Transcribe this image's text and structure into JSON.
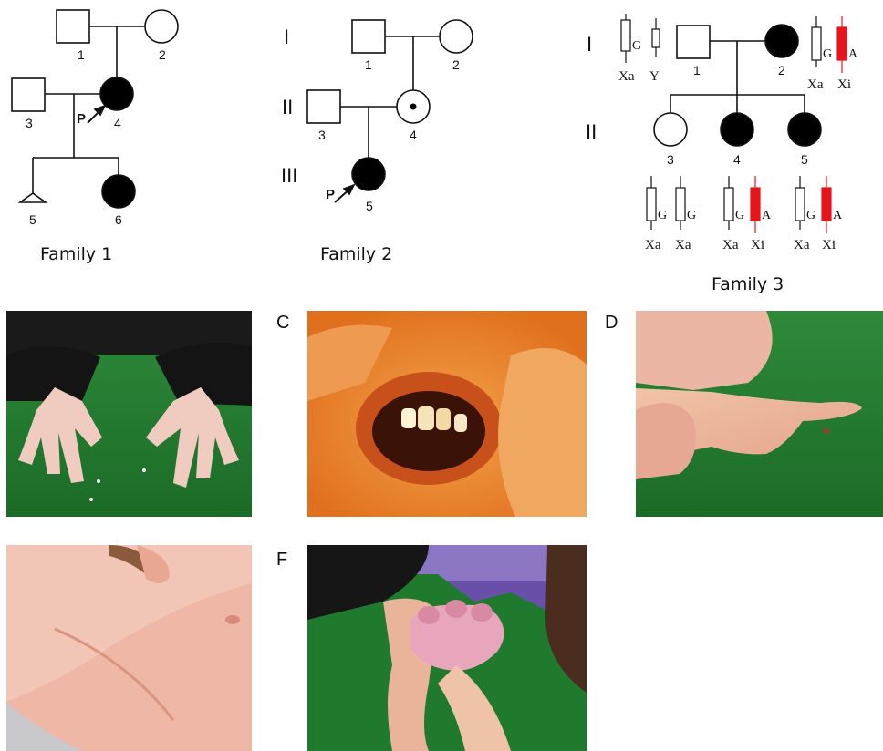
{
  "families": [
    {
      "caption": "Family 1",
      "individuals": [
        {
          "id": "1",
          "sex": "male",
          "status": "unaffected"
        },
        {
          "id": "2",
          "sex": "female",
          "status": "unaffected"
        },
        {
          "id": "3",
          "sex": "male",
          "status": "unaffected"
        },
        {
          "id": "4",
          "sex": "female",
          "status": "affected",
          "proband": true
        },
        {
          "id": "5",
          "sex": "unknown",
          "status": "miscarriage"
        },
        {
          "id": "6",
          "sex": "female",
          "status": "affected"
        }
      ],
      "proband_marker": "P"
    },
    {
      "caption": "Family 2",
      "generations": [
        "I",
        "II",
        "III"
      ],
      "individuals": [
        {
          "id": "1",
          "sex": "male",
          "status": "unaffected"
        },
        {
          "id": "2",
          "sex": "female",
          "status": "unaffected"
        },
        {
          "id": "3",
          "sex": "male",
          "status": "unaffected"
        },
        {
          "id": "4",
          "sex": "female",
          "status": "carrier"
        },
        {
          "id": "5",
          "sex": "female",
          "status": "affected",
          "proband": true
        }
      ],
      "proband_marker": "P"
    },
    {
      "caption": "Family 3",
      "generations": [
        "I",
        "II"
      ],
      "individuals": [
        {
          "id": "1",
          "sex": "male",
          "status": "unaffected"
        },
        {
          "id": "2",
          "sex": "female",
          "status": "affected"
        },
        {
          "id": "3",
          "sex": "female",
          "status": "unaffected"
        },
        {
          "id": "4",
          "sex": "female",
          "status": "affected"
        },
        {
          "id": "5",
          "sex": "female",
          "status": "affected"
        }
      ],
      "haplotypes": {
        "I1": {
          "alleles": [
            "G"
          ],
          "labels": [
            "Xa",
            "Y"
          ]
        },
        "I2": {
          "alleles": [
            "G",
            "A"
          ],
          "labels": [
            "Xa",
            "Xi"
          ]
        },
        "II3": {
          "alleles": [
            "G",
            "G"
          ],
          "labels": [
            "Xa",
            "Xa"
          ]
        },
        "II4": {
          "alleles": [
            "G",
            "A"
          ],
          "labels": [
            "Xa",
            "Xi"
          ]
        },
        "II5": {
          "alleles": [
            "G",
            "A"
          ],
          "labels": [
            "Xa",
            "Xi"
          ]
        }
      },
      "colors": {
        "inactive_x": "#e8141b"
      }
    }
  ],
  "panels": [
    {
      "letter": "",
      "subject": "hands-on-green-table"
    },
    {
      "letter": "C",
      "subject": "open-mouth-teeth"
    },
    {
      "letter": "D",
      "subject": "hand-profile"
    },
    {
      "letter": "",
      "subject": "axilla-shoulder"
    },
    {
      "letter": "F",
      "subject": "infant-hand-held"
    }
  ]
}
